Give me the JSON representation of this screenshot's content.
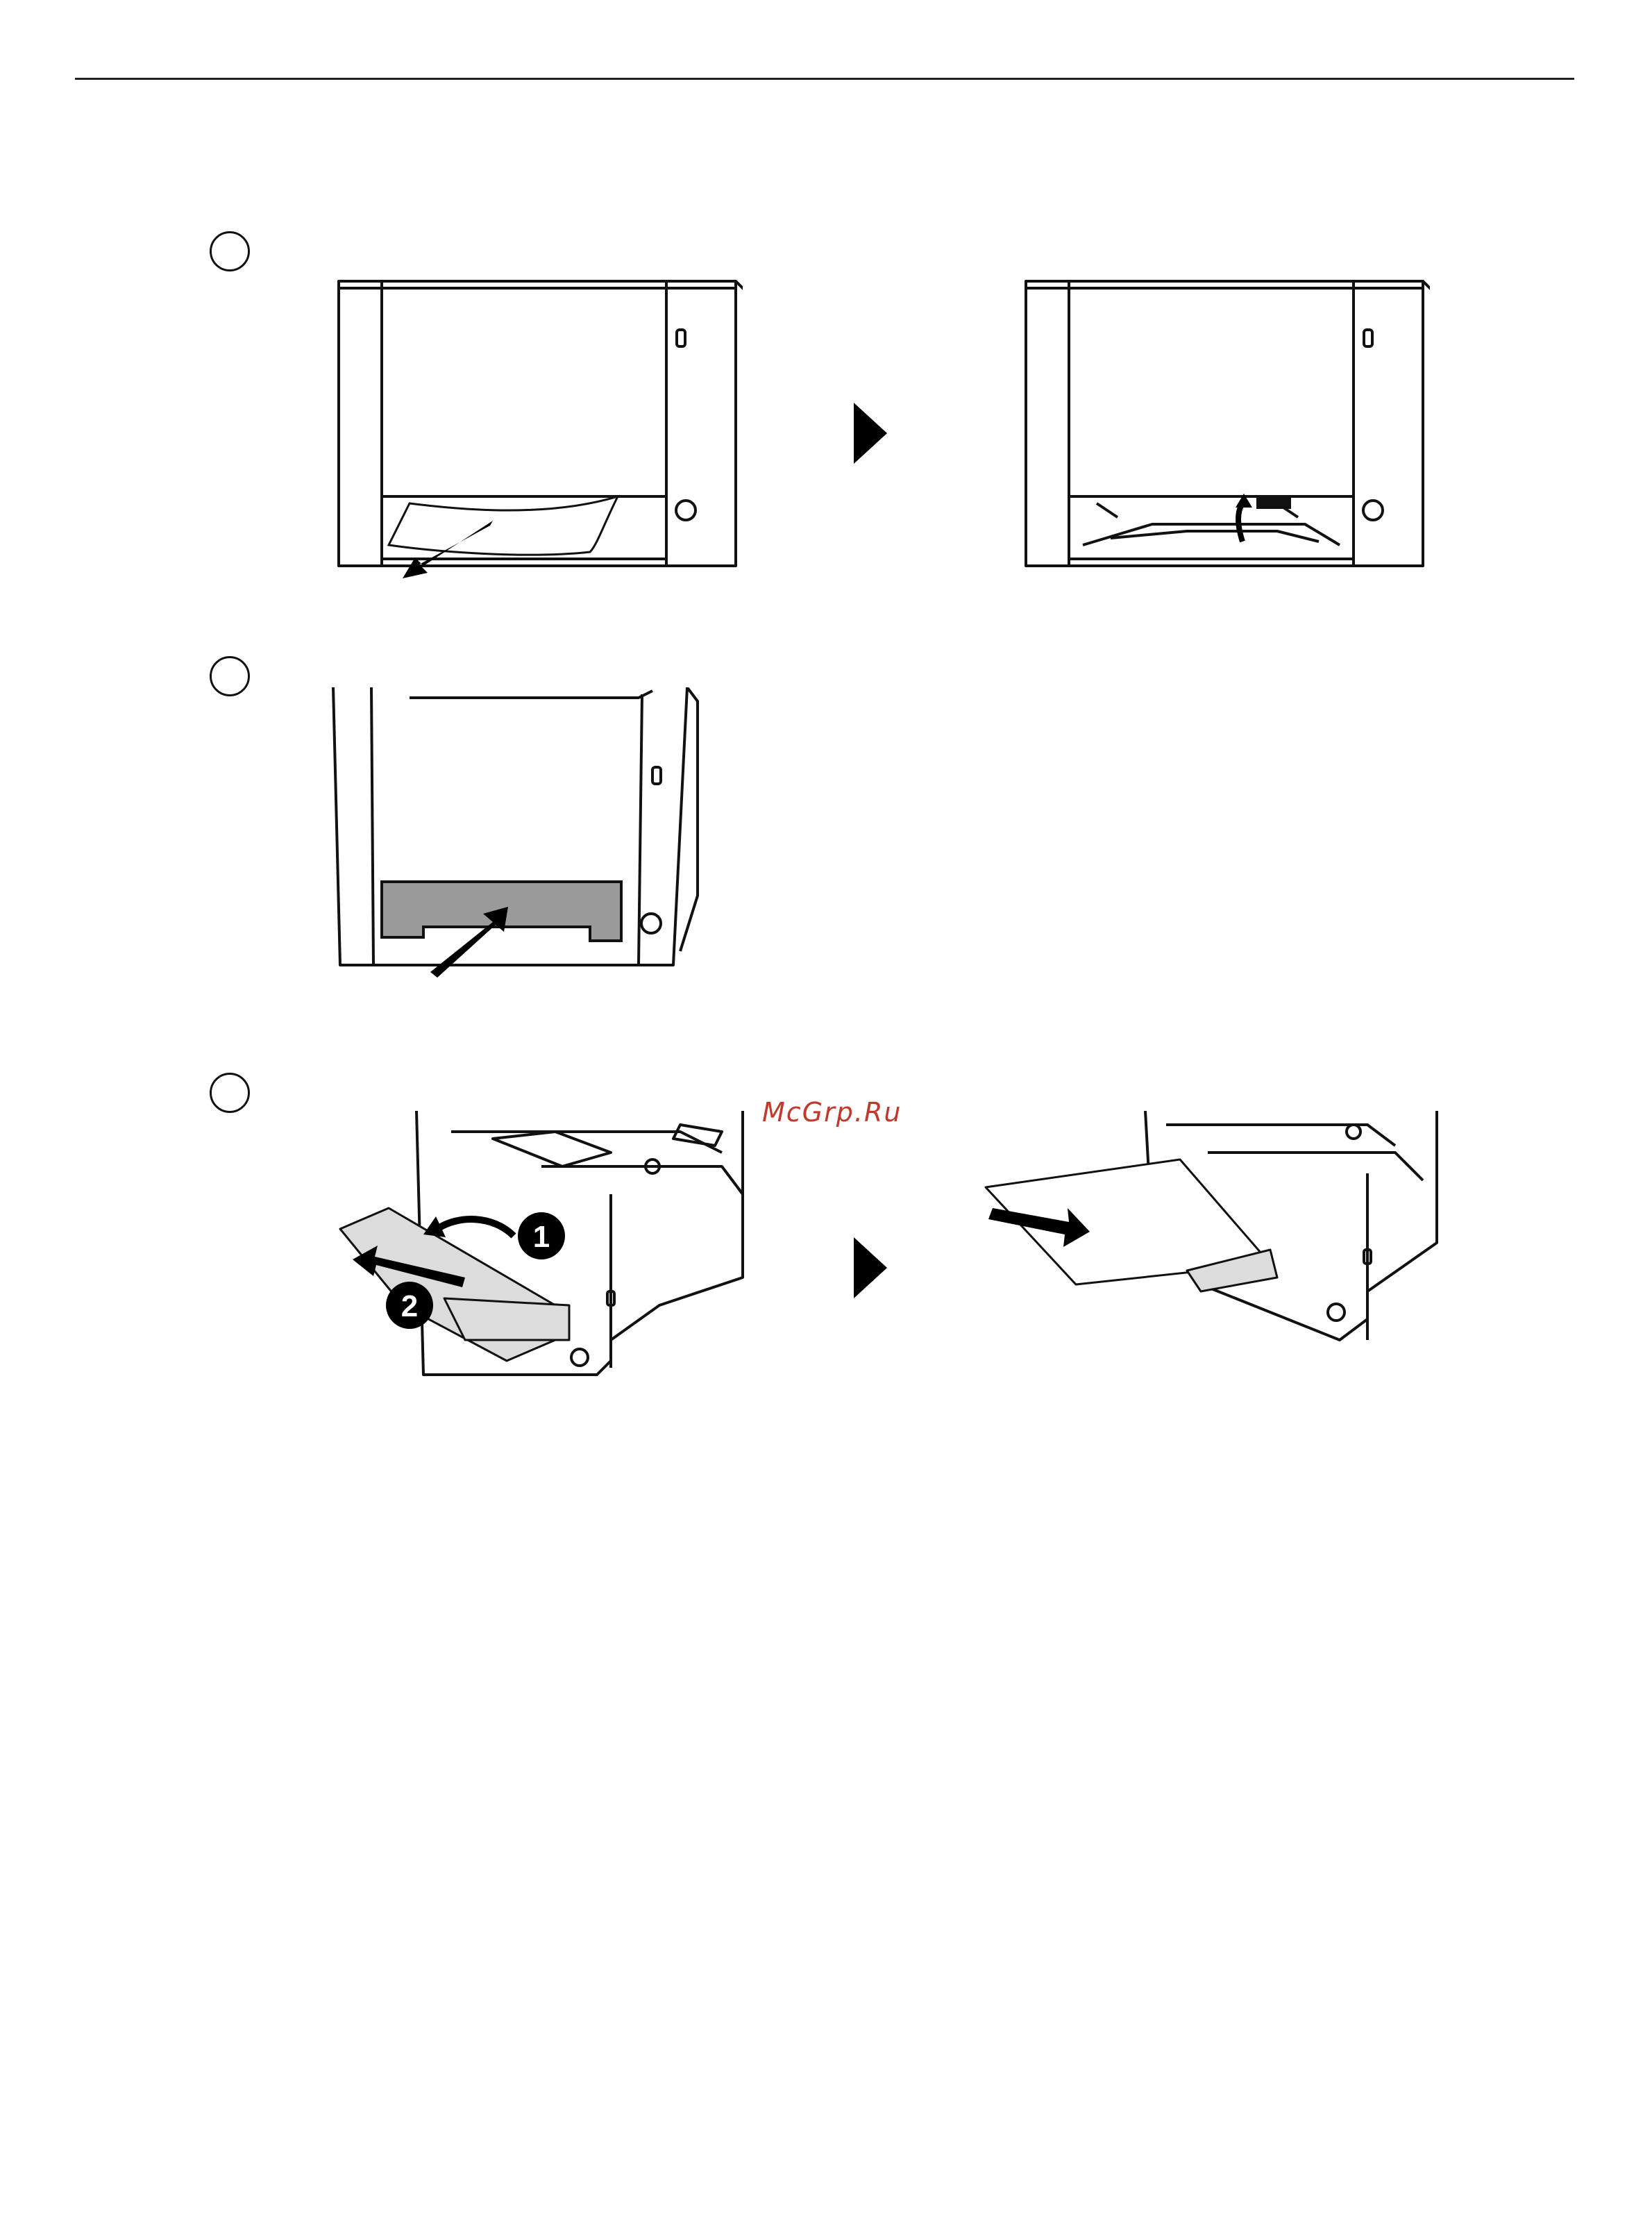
{
  "page": {
    "watermark": "McGrp.Ru",
    "badges": {
      "one": "1",
      "two": "2"
    }
  },
  "steps": [
    {
      "id": "step-a",
      "figures": [
        "printer-front-jammed-paper",
        "printer-front-cassette-open"
      ],
      "has_next_arrow": true
    },
    {
      "id": "step-b",
      "figures": [
        "printer-front-cassette-close"
      ],
      "has_next_arrow": false
    },
    {
      "id": "step-c",
      "figures": [
        "printer-mp-tray-open",
        "printer-mp-tray-load-paper"
      ],
      "has_next_arrow": true
    }
  ],
  "colors": {
    "line": "#111111",
    "cassette_fill": "#9a9a9a",
    "watermark": "#c0392b"
  }
}
